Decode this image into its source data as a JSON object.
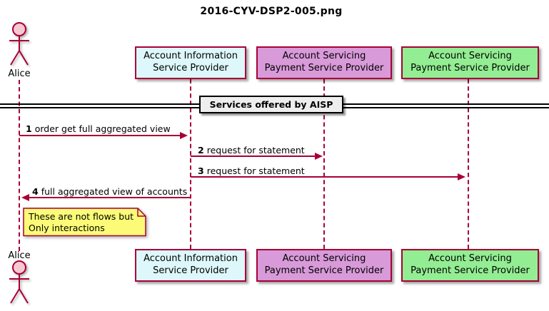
{
  "title": "2016-CYV-DSP2-005.png",
  "actor": {
    "label": "Alice"
  },
  "participants": [
    {
      "id": "aisp",
      "line1": "Account Information",
      "line2": "Service Provider",
      "fill": "#DDF7FA"
    },
    {
      "id": "aspsp1",
      "line1": "Account Servicing",
      "line2": "Payment Service Provider",
      "fill": "#D89AD8"
    },
    {
      "id": "aspsp2",
      "line1": "Account Servicing",
      "line2": "Payment Service Provider",
      "fill": "#93ED93"
    }
  ],
  "divider": {
    "label": "Services offered by AISP"
  },
  "messages": [
    {
      "num": "1",
      "text": "order get full aggregated view",
      "from": "Alice",
      "to": "Account Information Service Provider"
    },
    {
      "num": "2",
      "text": "request for statement",
      "from": "Account Information Service Provider",
      "to": "Account Servicing Payment Service Provider (violet)"
    },
    {
      "num": "3",
      "text": "request for statement",
      "from": "Account Information Service Provider",
      "to": "Account Servicing Payment Service Provider (green)"
    },
    {
      "num": "4",
      "text": "full aggregated view of accounts",
      "from": "Account Information Service Provider",
      "to": "Alice"
    }
  ],
  "note": {
    "line1": "These are not flows but",
    "line2": "Only interactions"
  },
  "colors": {
    "stroke": "#A80036",
    "actor_head_fill": "#F8C8D2",
    "participant_aisp_fill": "#DDF7FA",
    "participant_aspsp1_fill": "#D89AD8",
    "participant_aspsp2_fill": "#93ED93",
    "note_fill": "#FBFB77",
    "divider_fill": "#EEEEEE",
    "divider_border": "#000000",
    "text": "#000000"
  }
}
